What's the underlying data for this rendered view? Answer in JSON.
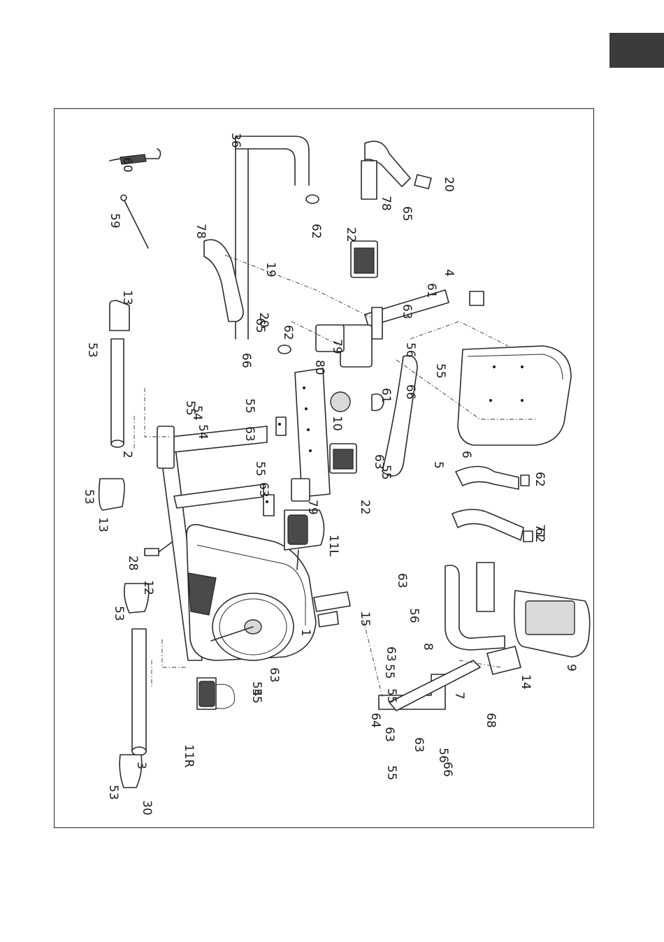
{
  "page": {
    "tab_color": "#3b3b3b"
  },
  "diagram": {
    "type": "exploded-assembly",
    "parts": [
      "1",
      "2",
      "3",
      "4",
      "5",
      "6",
      "7",
      "8",
      "9",
      "10",
      "11L",
      "11R",
      "12",
      "13",
      "13",
      "14",
      "15",
      "19",
      "20",
      "20",
      "22",
      "22",
      "28",
      "30",
      "36",
      "53",
      "53",
      "53",
      "53",
      "53",
      "54",
      "54",
      "54",
      "55",
      "55",
      "55",
      "55",
      "55",
      "55",
      "55",
      "55",
      "55",
      "56",
      "56",
      "56",
      "59",
      "60",
      "61",
      "61",
      "62",
      "62",
      "62",
      "62",
      "63",
      "63",
      "63",
      "63",
      "63",
      "63",
      "63",
      "63",
      "63",
      "64",
      "65",
      "65",
      "66",
      "66",
      "66",
      "68",
      "71",
      "78",
      "78",
      "79",
      "79",
      "80"
    ]
  }
}
